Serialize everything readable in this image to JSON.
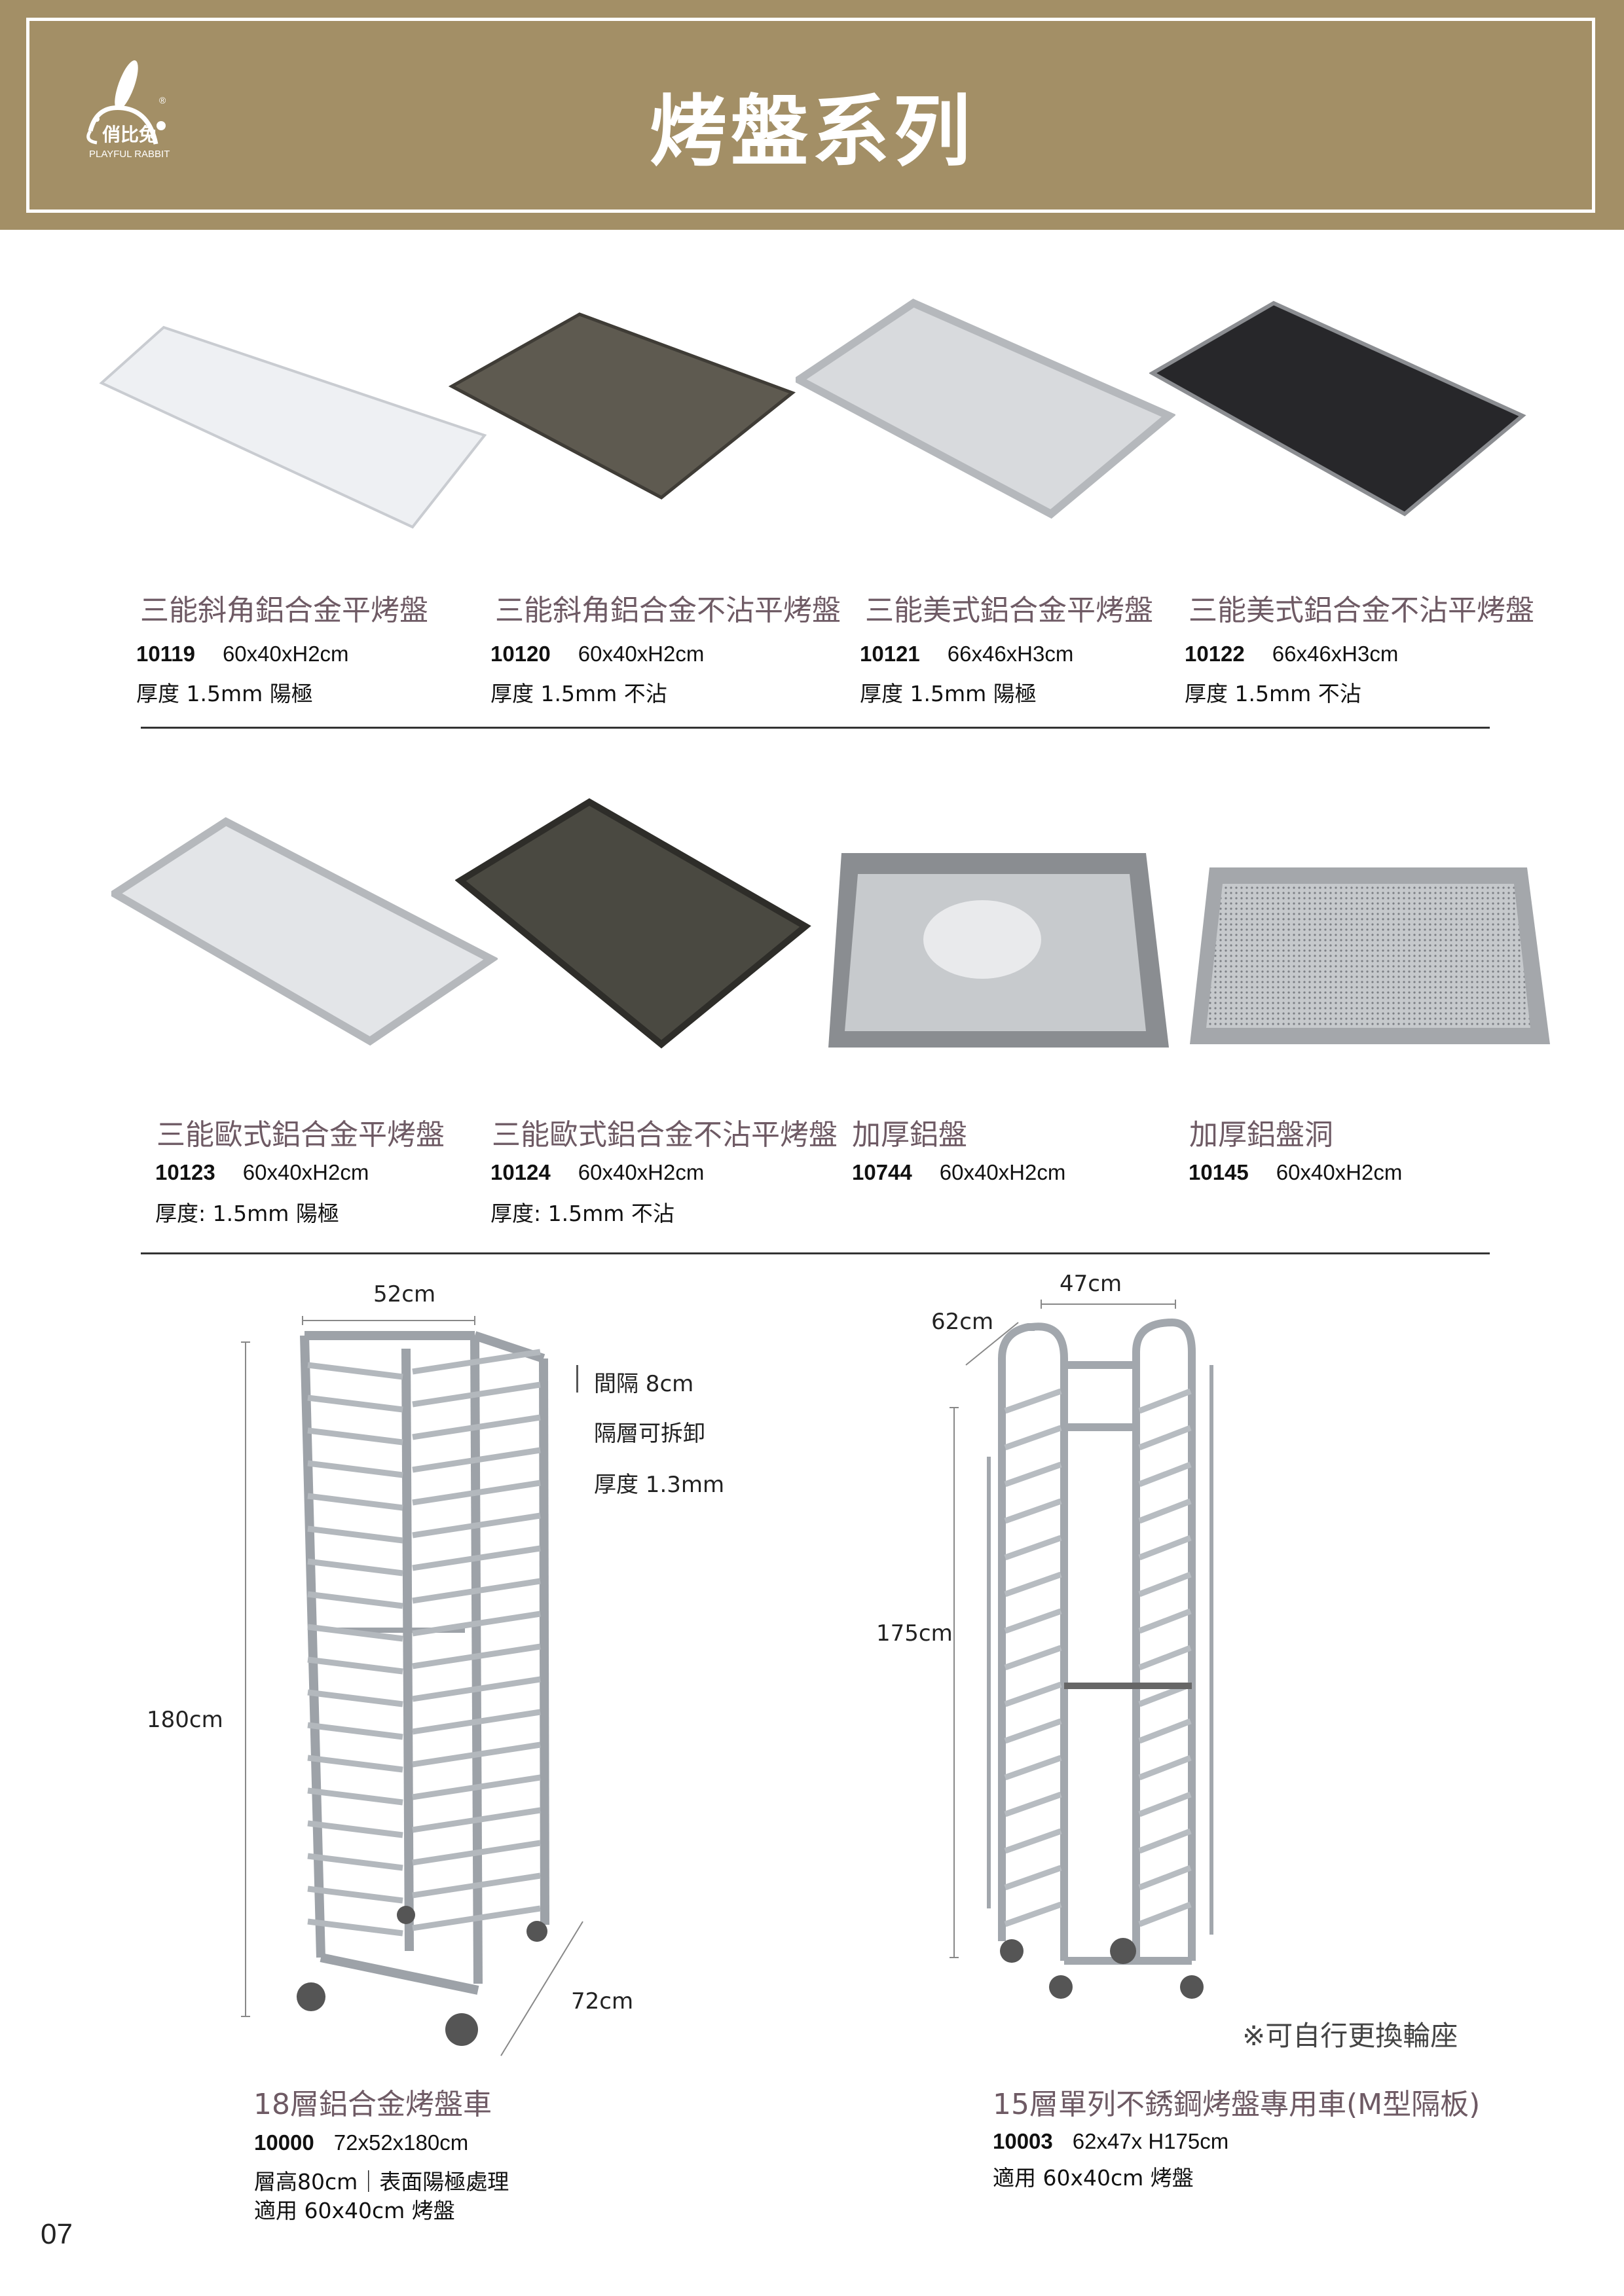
{
  "header": {
    "title": "烤盤系列",
    "logo_text": "俏比兔",
    "logo_sub": "PLAYFUL RABBIT"
  },
  "row1": [
    {
      "name": "三能斜角鋁合金平烤盤",
      "code": "10119",
      "size": "60x40xH2cm",
      "spec": "厚度 1.5mm 陽極"
    },
    {
      "name": "三能斜角鋁合金不沾平烤盤",
      "code": "10120",
      "size": "60x40xH2cm",
      "spec": "厚度 1.5mm 不沾"
    },
    {
      "name": "三能美式鋁合金平烤盤",
      "code": "10121",
      "size": "66x46xH3cm",
      "spec": "厚度 1.5mm 陽極"
    },
    {
      "name": "三能美式鋁合金不沾平烤盤",
      "code": "10122",
      "size": "66x46xH3cm",
      "spec": "厚度 1.5mm 不沾"
    }
  ],
  "row2": [
    {
      "name": "三能歐式鋁合金平烤盤",
      "code": "10123",
      "size": "60x40xH2cm",
      "spec": "厚度: 1.5mm 陽極"
    },
    {
      "name": "三能歐式鋁合金不沾平烤盤",
      "code": "10124",
      "size": "60x40xH2cm",
      "spec": "厚度: 1.5mm 不沾"
    },
    {
      "name": "加厚鋁盤",
      "code": "10744",
      "size": "60x40xH2cm"
    },
    {
      "name": "加厚鋁盤洞",
      "code": "10145",
      "size": "60x40xH2cm"
    }
  ],
  "rack1": {
    "width_label": "52cm",
    "height_label": "180cm",
    "depth_label": "72cm",
    "features": [
      "間隔 8cm",
      "隔層可拆卸",
      "厚度 1.3mm"
    ],
    "name": "18層鋁合金烤盤車",
    "code": "10000",
    "size": "72x52x180cm",
    "spec1": "層高80cm｜表面陽極處理",
    "spec2": "適用 60x40cm 烤盤"
  },
  "rack2": {
    "width_label": "47cm",
    "depth_label": "62cm",
    "height_label": "175cm",
    "note": "※可自行更換輪座",
    "name": "15層單列不銹鋼烤盤專用車(M型隔板)",
    "code": "10003",
    "size": "62x47x H175cm",
    "spec": "適用 60x40cm 烤盤"
  },
  "page_number": "07",
  "colors": {
    "header": "#a38f66",
    "title_text": "#6e5a64"
  }
}
